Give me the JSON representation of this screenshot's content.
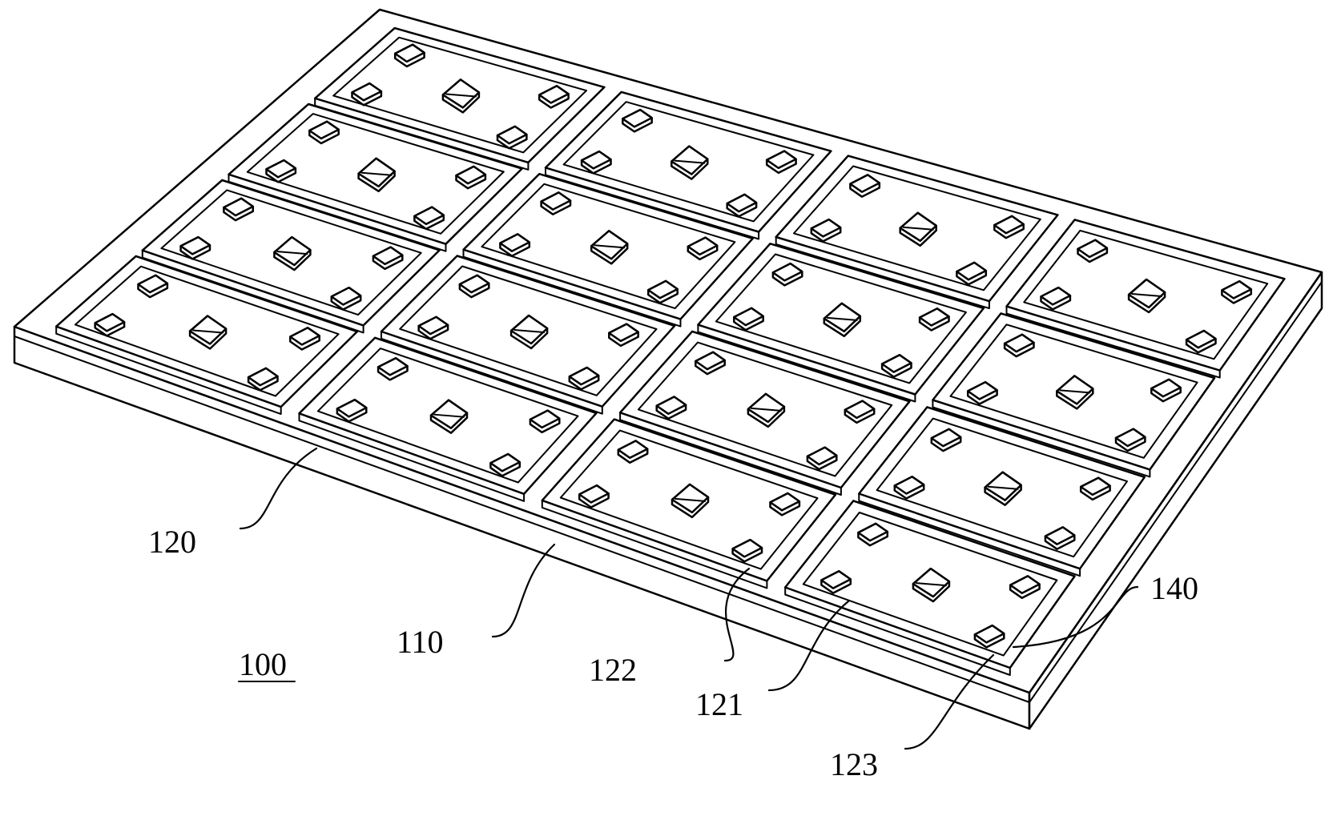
{
  "figure": {
    "view": "isometric",
    "grid": {
      "columns": 4,
      "rows": 4
    },
    "reference_numeral": "100",
    "reference_underlined": true,
    "colors": {
      "line": "#000000",
      "background": "#ffffff"
    },
    "labels": [
      {
        "id": "label-120",
        "text": "120"
      },
      {
        "id": "label-110",
        "text": "110"
      },
      {
        "id": "label-122",
        "text": "122"
      },
      {
        "id": "label-121",
        "text": "121"
      },
      {
        "id": "label-140",
        "text": "140"
      },
      {
        "id": "label-123",
        "text": "123"
      }
    ]
  }
}
